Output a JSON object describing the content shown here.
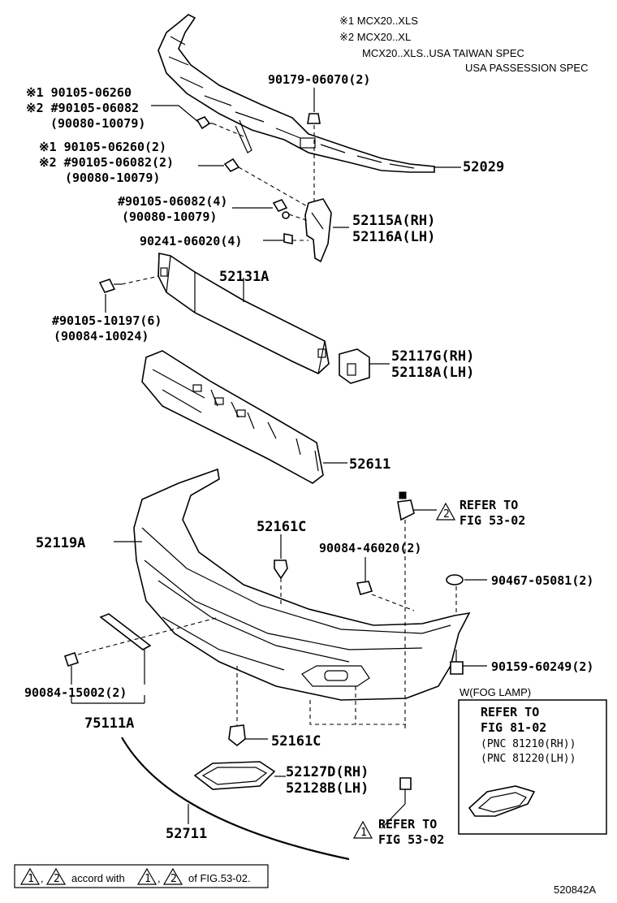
{
  "notes": {
    "n1": "※1 MCX20..XLS",
    "n2": "※2 MCX20..XL",
    "n3": "MCX20..XLS..USA   TAIWAN SPEC",
    "n4": "USA PASSESSION SPEC"
  },
  "labels": {
    "a1": "※1  90105-06260",
    "a2": "※2 #90105-06082",
    "a3": "(90080-10079)",
    "b1": "※1  90105-06260(2)",
    "b2": "※2 #90105-06082(2)",
    "b3": "(90080-10079)",
    "c1": "90179-06070(2)",
    "p52029": "52029",
    "d1": "#90105-06082(4)",
    "d2": "(90080-10079)",
    "e1": "90241-06020(4)",
    "p52115": "52115A(RH)",
    "p52116": "52116A(LH)",
    "p52131": "52131A",
    "f1": "#90105-10197(6)",
    "f2": "(90084-10024)",
    "p52117": "52117G(RH)",
    "p52118": "52118A(LH)",
    "p52611": "52611",
    "p52119": "52119A",
    "p52161a": "52161C",
    "ref1a": "REFER TO",
    "ref1b": "FIG 53-02",
    "g1": "90084-46020(2)",
    "h1": "90467-05081(2)",
    "i1": "90159-60249(2)",
    "j1": "90084-15002(2)",
    "p75111": "75111A",
    "p52161b": "52161C",
    "p52127": "52127D(RH)",
    "p52128": "52128B(LH)",
    "p52711": "52711",
    "ref2a": "REFER TO",
    "ref2b": "FIG 53-02"
  },
  "fog": {
    "title": "W(FOG LAMP)",
    "l1": "REFER TO",
    "l2": "FIG 81-02",
    "l3": "(PNC 81210(RH))",
    "l4": "(PNC 81220(LH))"
  },
  "footer": {
    "accord": "accord with",
    "comma": ",",
    "of": "of FIG.53-02.",
    "n1": "1",
    "n2": "2",
    "code": "520842A"
  }
}
